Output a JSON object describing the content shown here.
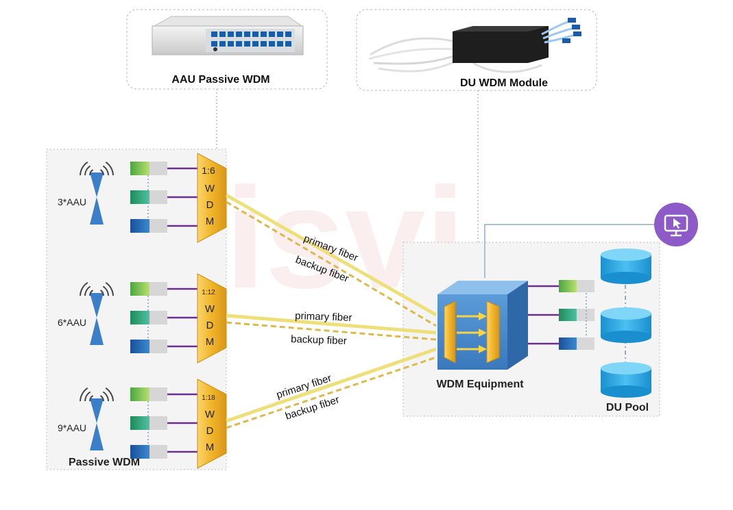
{
  "watermark": "gisvi",
  "products": {
    "aau_wdm": {
      "label": "AAU Passive WDM"
    },
    "du_wdm": {
      "label": "DU WDM Module"
    }
  },
  "aau_groups": [
    {
      "label": "3*AAU",
      "ratio": "1:6"
    },
    {
      "label": "6*AAU",
      "ratio": "1:12"
    },
    {
      "label": "9*AAU",
      "ratio": "1:18"
    }
  ],
  "wdm_letters": [
    "W",
    "D",
    "M"
  ],
  "passive_wdm_label": "Passive WDM",
  "fiber_labels": [
    {
      "primary": "primary fiber",
      "backup": "backup fiber"
    },
    {
      "primary": "primary fiber",
      "backup": "backup fiber"
    },
    {
      "primary": "primary fiber",
      "backup": "backup fiber"
    }
  ],
  "wdm_equipment_label": "WDM Equipment",
  "du_pool_label": "DU Pool",
  "icons": {
    "antenna": "antenna-icon",
    "monitor": "monitor-cursor-icon",
    "database": "database-icon"
  },
  "colors": {
    "wdm_gold": "#f0b428",
    "fiber_yellow": "#ede07a",
    "cube_blue": "#4d8fd0",
    "link_purple": "#6a2f8e",
    "monitor_purple": "#8e5ac8",
    "db_blue": "#1fa3e0",
    "antenna_blue": "#3a7fc8"
  }
}
